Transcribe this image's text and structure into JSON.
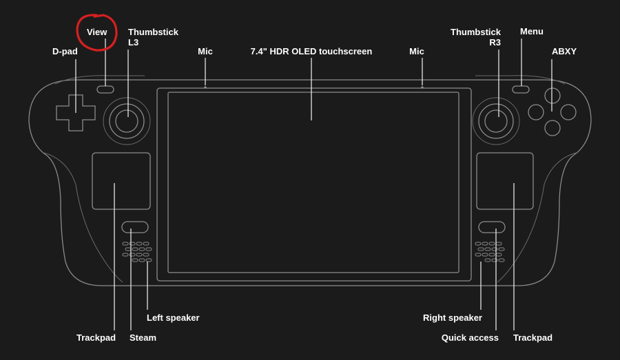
{
  "labels": {
    "view": "View",
    "thumbstick_l3_line1": "Thumbstick",
    "thumbstick_l3_line2": "L3",
    "dpad": "D-pad",
    "mic_left": "Mic",
    "screen": "7.4\" HDR OLED touchscreen",
    "mic_right": "Mic",
    "thumbstick_r3_line1": "Thumbstick",
    "thumbstick_r3_line2": "R3",
    "menu": "Menu",
    "abxy": "ABXY",
    "left_speaker": "Left speaker",
    "right_speaker": "Right speaker",
    "trackpad_left": "Trackpad",
    "steam": "Steam",
    "quick_access": "Quick access",
    "trackpad_right": "Trackpad"
  },
  "colors": {
    "background": "#1b1b1b",
    "outline": "#8c8c8c",
    "label": "#ffffff",
    "highlight_circle": "#d42020"
  }
}
